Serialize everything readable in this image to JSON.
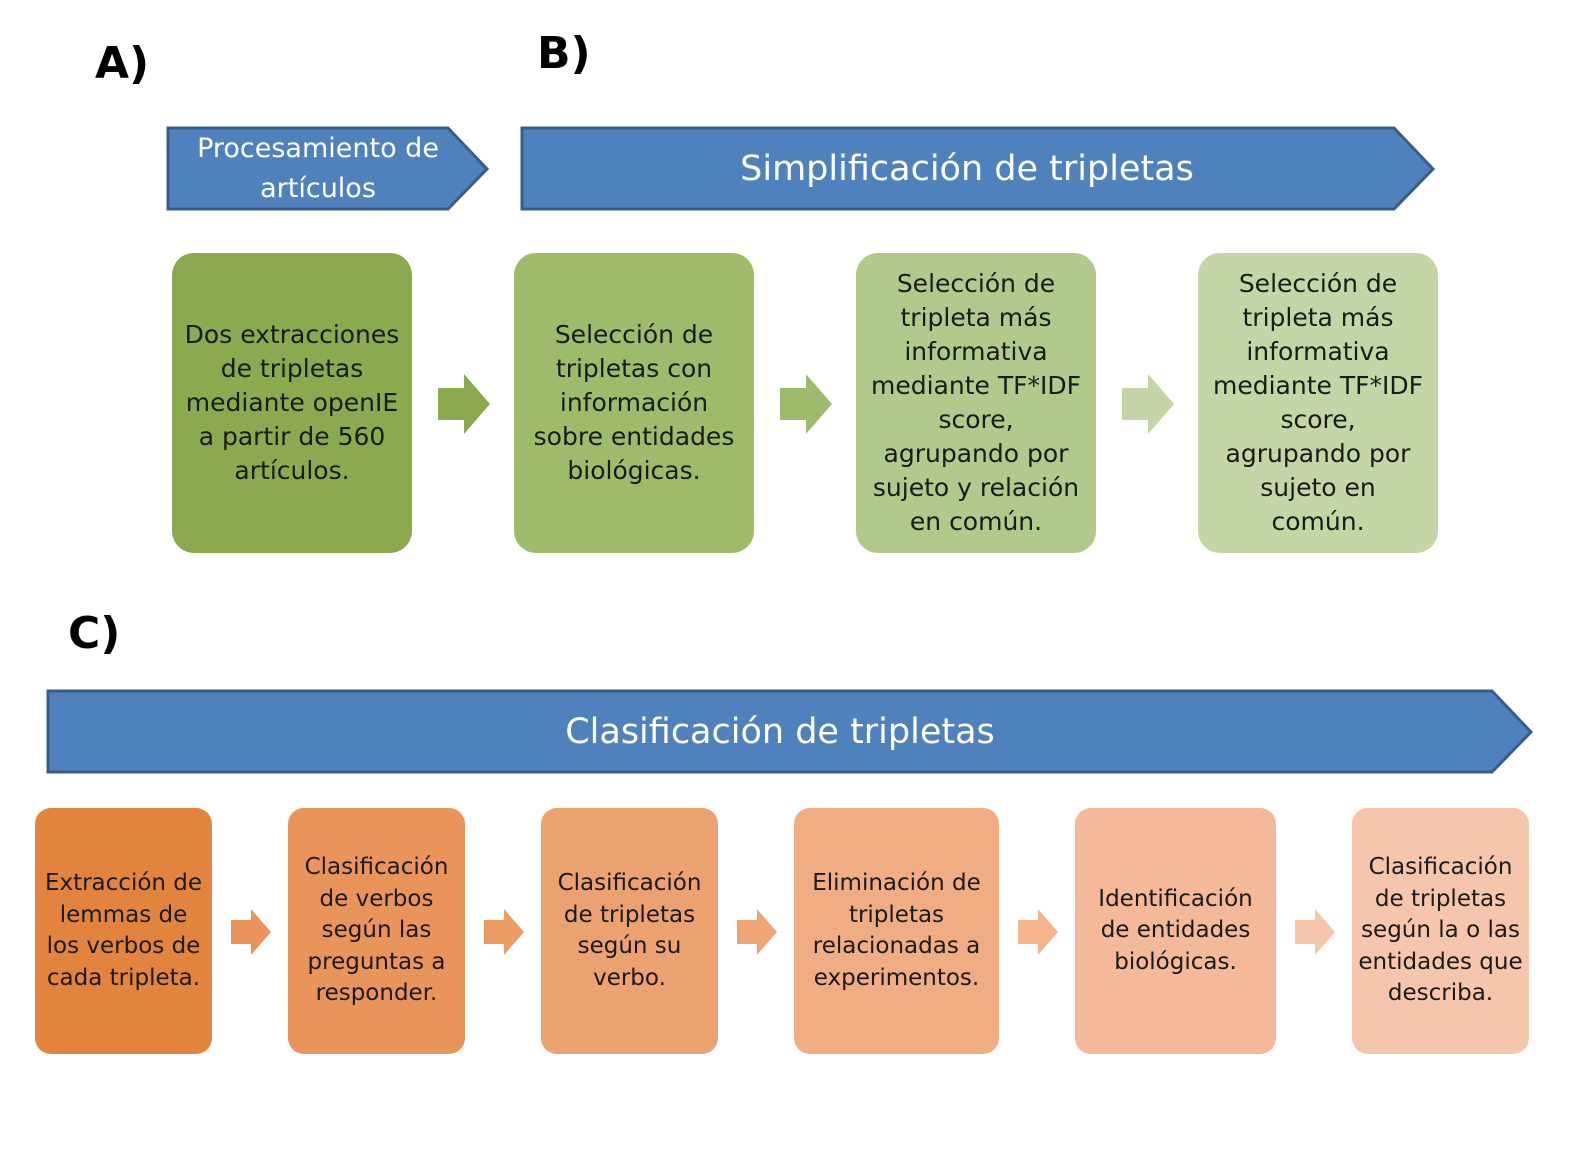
{
  "sections": {
    "a_label": "A)",
    "b_label": "B)",
    "c_label": "C)"
  },
  "banners": {
    "a": "Procesamiento de artículos",
    "b": "Simplificación de tripletas",
    "c": "Clasificación de tripletas"
  },
  "green_steps": [
    "Dos extracciones de tripletas mediante openIE a partir de 560 artículos.",
    "Selección de tripletas con información sobre entidades biológicas.",
    "Selección de tripleta más informativa mediante TF*IDF score, agrupando por sujeto y relación en común.",
    "Selección de tripleta más informativa mediante TF*IDF score, agrupando por sujeto en común."
  ],
  "orange_steps": [
    "Extracción de lemmas de los verbos de cada tripleta.",
    "Clasificación de verbos según las preguntas a responder.",
    "Clasificación de tripletas según su verbo.",
    "Eliminación de tripletas relacionadas a experimentos.",
    "Identificación de entidades biológicas.",
    "Clasificación de tripletas según la o las entidades que describa."
  ],
  "colors": {
    "banner_fill": "#4F81BD",
    "banner_stroke": "#385D8A",
    "green": [
      "#8BAA4F",
      "#9EBB6C",
      "#B1C98B",
      "#C4D6A6"
    ],
    "orange": [
      "#E3843E",
      "#E9945A",
      "#ECA170",
      "#F0AD83",
      "#F3B998",
      "#F6C6AC"
    ]
  }
}
